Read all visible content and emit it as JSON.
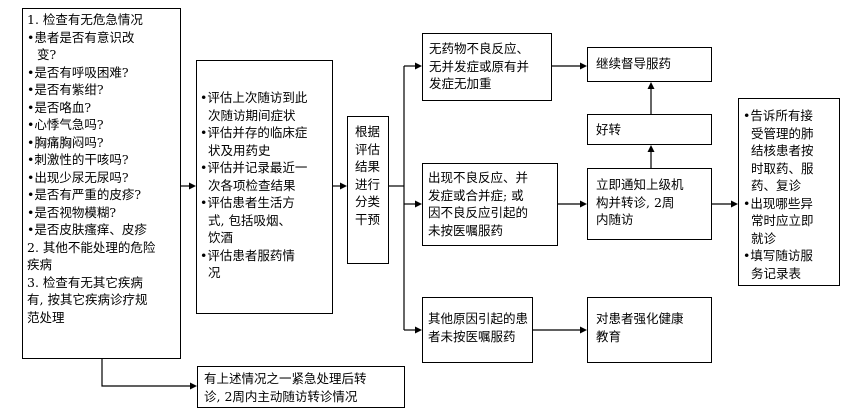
{
  "left_box": {
    "title": "1. 检查有无危急情况",
    "items": [
      [
        "•患者是否有意识改",
        "变?"
      ],
      [
        "•是否有呼吸困难?"
      ],
      [
        "•是否有紫绀?"
      ],
      [
        "•是否咯血?"
      ],
      [
        "•心悸气急吗?"
      ],
      [
        "•胸痛胸闷吗?"
      ],
      [
        "•刺激性的干咳吗?"
      ],
      [
        "•出现少尿无尿吗?"
      ],
      [
        "•是否有严重的皮疹?"
      ],
      [
        "•是否视物模糊?"
      ],
      [
        "•是否皮肤瘙痒、皮疹"
      ]
    ],
    "point2": [
      "2. 其他不能处理的危险",
      "疾病"
    ],
    "point3": [
      "3. 检查有无其它疾病",
      "有, 按其它疾病诊疗规",
      "范处理"
    ]
  },
  "assess_box": {
    "items": [
      [
        "•评估上次随访到此",
        "次随访期间症状"
      ],
      [
        "•评估并存的临床症",
        "状及用药史"
      ],
      [
        "•评估并记录最近一",
        "次各项检查结果"
      ],
      [
        "•评估患者生活方",
        "式, 包括吸烟、",
        "饮酒"
      ],
      [
        "•评估患者服药情",
        "况"
      ]
    ]
  },
  "classify_box": {
    "lines": [
      "根据",
      "评估",
      "结果",
      "进行",
      "分类",
      "干预"
    ]
  },
  "no_reaction_box": {
    "lines": [
      "无药物不良反应、",
      "无并发症或原有并",
      "发症无加重"
    ]
  },
  "reaction_box": {
    "lines": [
      "出现不良反应、并",
      "发症或合并症; 或",
      "因不良反应引起的",
      "未按医嘱服药"
    ]
  },
  "other_reason_box": {
    "lines": [
      "其他原因引起的患",
      "者未按医嘱服药"
    ]
  },
  "continue_box": {
    "text": "继续督导服药"
  },
  "better_box": {
    "text": "好转"
  },
  "notify_box": {
    "lines": [
      "立即通知上级机",
      "构并转诊, 2周",
      "内随访"
    ]
  },
  "education_box": {
    "lines": [
      "对患者强化健康",
      "教育"
    ]
  },
  "right_box": {
    "items": [
      [
        "•告诉所有接",
        "受管理的肺",
        "结核患者按",
        "时取药、服",
        "药、复诊"
      ],
      [
        "•出现哪些异",
        "常时应立即",
        "就诊"
      ],
      [
        "•填写随访服",
        "务记录表"
      ]
    ]
  },
  "emergency_box": {
    "lines": [
      "有上述情况之一紧急处理后转",
      "诊, 2周内主动随访转诊情况"
    ]
  }
}
